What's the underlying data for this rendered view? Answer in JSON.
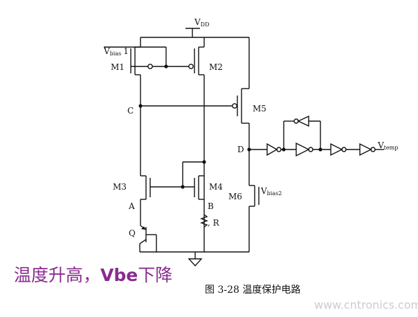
{
  "labels": {
    "vdd": {
      "main": "V",
      "sub": "DD"
    },
    "vbias1": {
      "main": "V",
      "sub": "bias",
      "tail": "1"
    },
    "vbias2": {
      "main": "V",
      "sub": "bias2"
    },
    "vtemp": {
      "main": "V",
      "sub": "temp"
    },
    "m1": "M1",
    "m2": "M2",
    "m3": "M3",
    "m4": "M4",
    "m5": "M5",
    "m6": "M6",
    "node_c": "C",
    "node_d": "D",
    "node_a": "A",
    "node_b": "B",
    "q": "Q",
    "r": ", R"
  },
  "annotation": {
    "prefix": "温度升高，",
    "highlight": "Vbe",
    "suffix": "下降"
  },
  "caption": "图 3-28 温度保护电路",
  "watermark": "www.cntronics.com",
  "colors": {
    "annotation": "#8a2b8f",
    "watermark": "#c9ccd2",
    "line": "#111111"
  }
}
